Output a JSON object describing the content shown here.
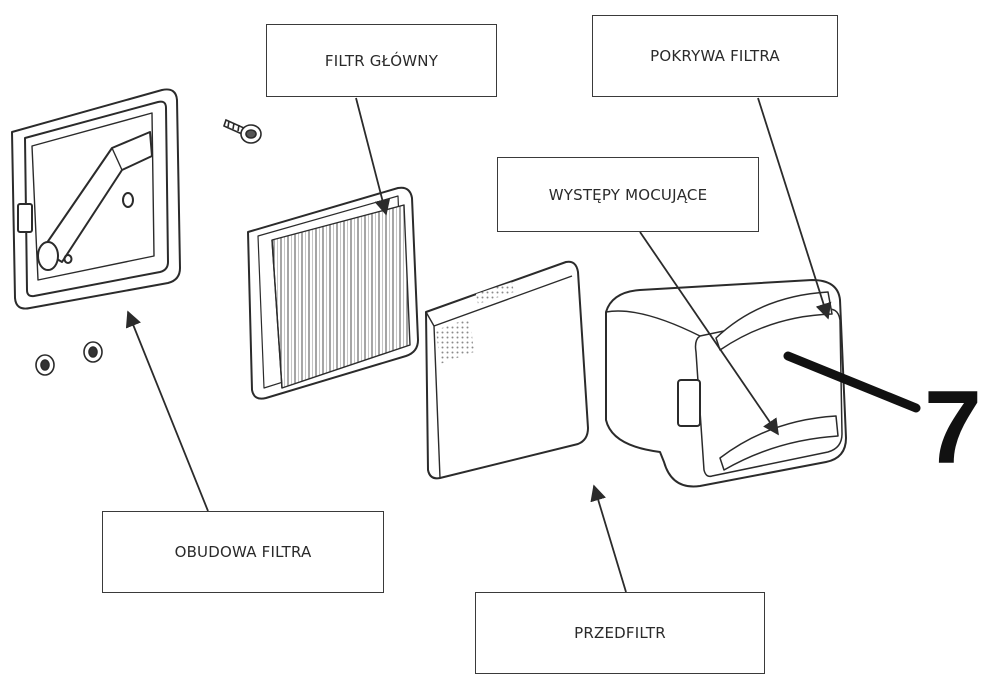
{
  "labels": {
    "main_filter": "FILTR GŁÓWNY",
    "filter_cover": "POKRYWA FILTRA",
    "mounting_tabs": "WYSTĘPY MOCUJĄCE",
    "filter_housing": "OBUDOWA FILTRA",
    "prefilter": "PRZEDFILTR"
  },
  "callout_number": "7",
  "colors": {
    "line": "#2b2b2b",
    "box_border": "#3a3a3a",
    "text": "#2a2a2a"
  }
}
